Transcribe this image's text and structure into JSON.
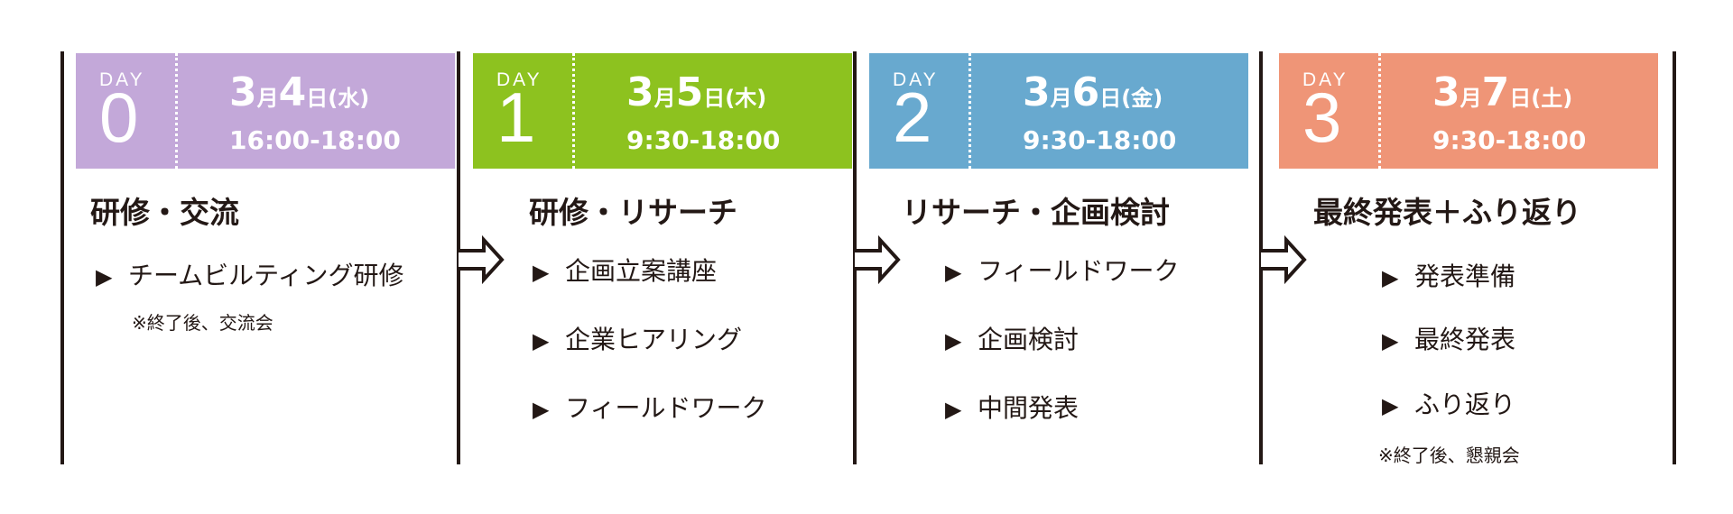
{
  "colors": {
    "day0": "#c3a8d9",
    "day1": "#8dc21f",
    "day2": "#68a9cf",
    "day3": "#ef9577",
    "text": "#231815"
  },
  "days": [
    {
      "day_label": "DAY",
      "day_num": "0",
      "month": "3",
      "month_unit": "月",
      "day_of_month": "4",
      "day_unit": "日",
      "weekday": "(水)",
      "time": "16:00-18:00",
      "title": "研修・交流",
      "items": [
        "チームビルティング研修"
      ],
      "note": "※終了後、交流会"
    },
    {
      "day_label": "DAY",
      "day_num": "1",
      "month": "3",
      "month_unit": "月",
      "day_of_month": "5",
      "day_unit": "日",
      "weekday": "(木)",
      "time": "9:30-18:00",
      "title": "研修・リサーチ",
      "items": [
        "企画立案講座",
        "企業ヒアリング",
        "フィールドワーク"
      ]
    },
    {
      "day_label": "DAY",
      "day_num": "2",
      "month": "3",
      "month_unit": "月",
      "day_of_month": "6",
      "day_unit": "日",
      "weekday": "(金)",
      "time": "9:30-18:00",
      "title": "リサーチ・企画検討",
      "items": [
        "フィールドワーク",
        "企画検討",
        "中間発表"
      ]
    },
    {
      "day_label": "DAY",
      "day_num": "3",
      "month": "3",
      "month_unit": "月",
      "day_of_month": "7",
      "day_unit": "日",
      "weekday": "(土)",
      "time": "9:30-18:00",
      "title": "最終発表＋ふり返り",
      "items": [
        "発表準備",
        "最終発表",
        "ふり返り"
      ],
      "note": "※終了後、懇親会"
    }
  ],
  "bullet_icon": "triangle-right-icon",
  "bullet_glyph": "▶"
}
